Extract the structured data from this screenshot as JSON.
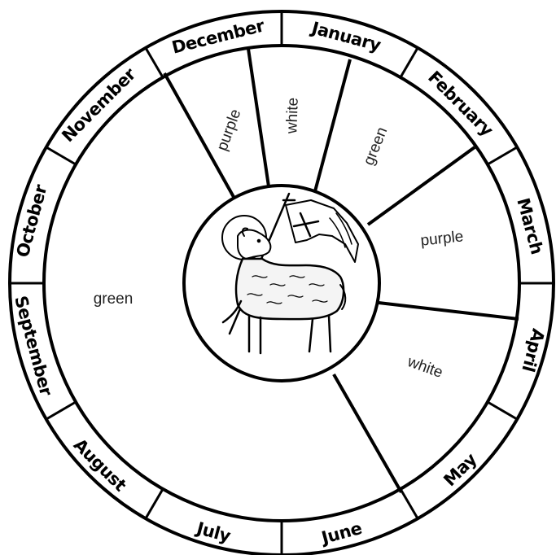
{
  "months": [
    {
      "key": "january",
      "label": "January"
    },
    {
      "key": "february",
      "label": "February"
    },
    {
      "key": "march",
      "label": "March"
    },
    {
      "key": "april",
      "label": "April"
    },
    {
      "key": "may",
      "label": "May"
    },
    {
      "key": "june",
      "label": "June"
    },
    {
      "key": "july",
      "label": "July"
    },
    {
      "key": "august",
      "label": "August"
    },
    {
      "key": "september",
      "label": "September"
    },
    {
      "key": "october",
      "label": "October"
    },
    {
      "key": "november",
      "label": "November"
    },
    {
      "key": "december",
      "label": "December"
    }
  ],
  "seasons": [
    {
      "key": "purple-advent",
      "label": "purple"
    },
    {
      "key": "white-christmas",
      "label": "white"
    },
    {
      "key": "green-epiphany",
      "label": "green"
    },
    {
      "key": "purple-lent",
      "label": "purple"
    },
    {
      "key": "white-easter",
      "label": "white"
    },
    {
      "key": "green-ordinary",
      "label": "green"
    }
  ],
  "center": {
    "icon": "lamb-of-god-icon"
  },
  "colors": {
    "line": "#000000",
    "background": "#ffffff",
    "text": "#222222"
  }
}
